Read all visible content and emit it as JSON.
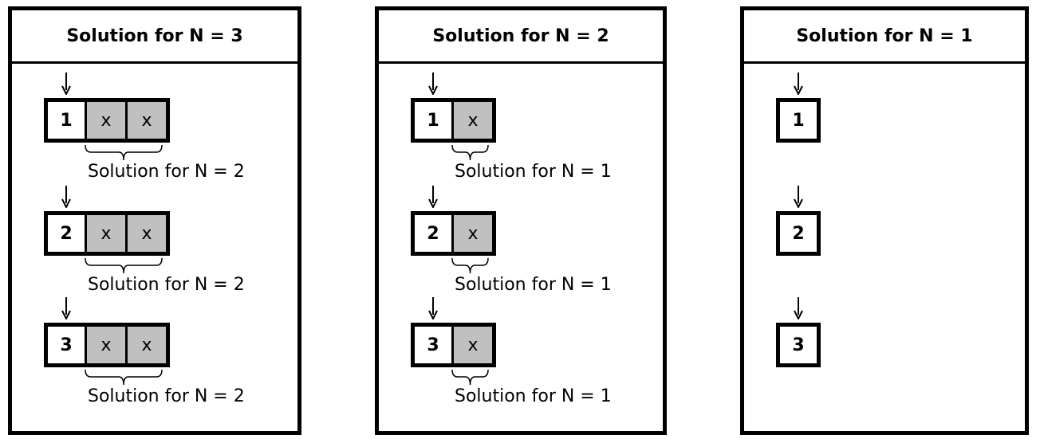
{
  "panels": [
    {
      "title": "Solution for N = 3",
      "rows": [
        {
          "number": "1",
          "x_cells": [
            "x",
            "x"
          ],
          "sublabel": "Solution for N = 2"
        },
        {
          "number": "2",
          "x_cells": [
            "x",
            "x"
          ],
          "sublabel": "Solution for N = 2"
        },
        {
          "number": "3",
          "x_cells": [
            "x",
            "x"
          ],
          "sublabel": "Solution for N = 2"
        }
      ]
    },
    {
      "title": "Solution for N = 2",
      "rows": [
        {
          "number": "1",
          "x_cells": [
            "x"
          ],
          "sublabel": "Solution for N = 1"
        },
        {
          "number": "2",
          "x_cells": [
            "x"
          ],
          "sublabel": "Solution for N = 1"
        },
        {
          "number": "3",
          "x_cells": [
            "x"
          ],
          "sublabel": "Solution for N = 1"
        }
      ]
    },
    {
      "title": "Solution for N = 1",
      "rows": [
        {
          "number": "1",
          "x_cells": [],
          "sublabel": ""
        },
        {
          "number": "2",
          "x_cells": [],
          "sublabel": ""
        },
        {
          "number": "3",
          "x_cells": [],
          "sublabel": ""
        }
      ]
    }
  ],
  "colors": {
    "placeholder_cell": "#c0c0c0",
    "border": "#000000",
    "background": "#ffffff"
  }
}
